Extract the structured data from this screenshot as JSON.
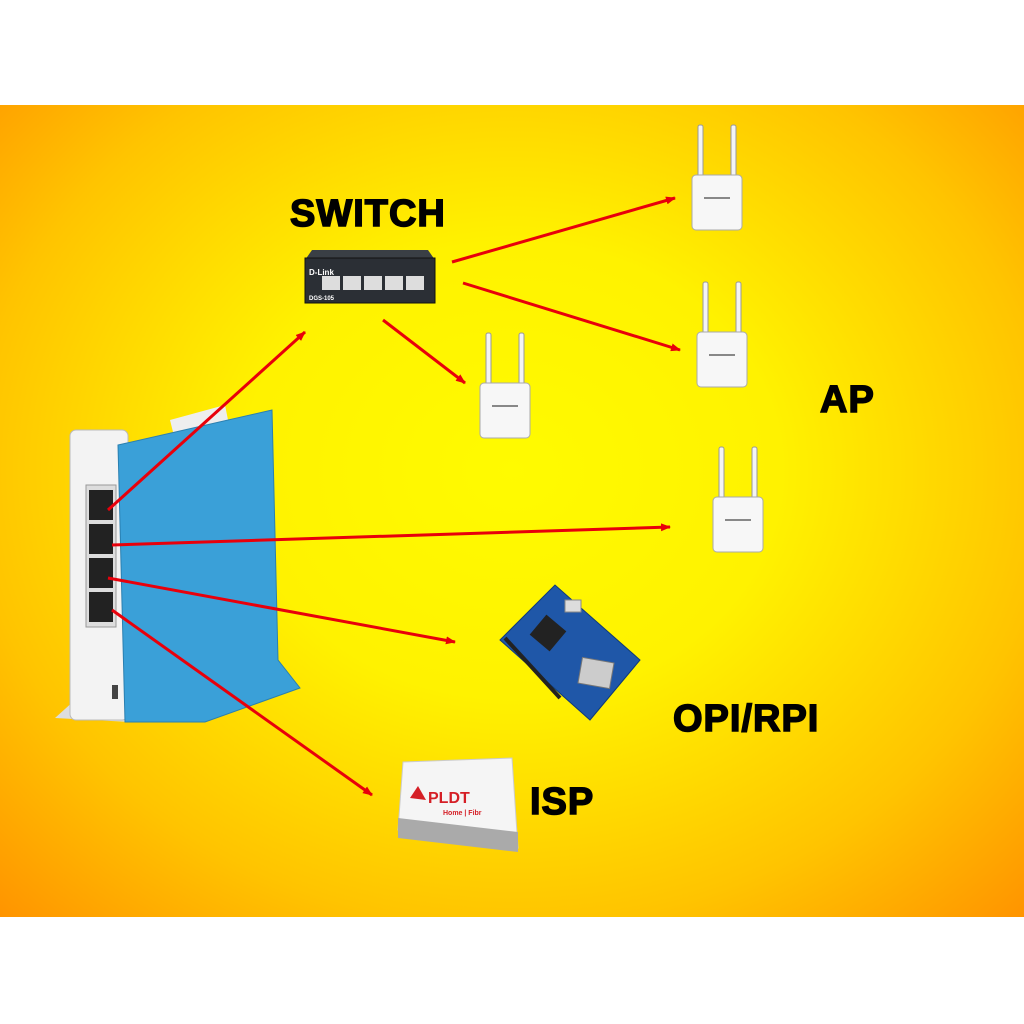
{
  "labels": {
    "switch": "SWITCH",
    "ap": "AP",
    "opi": "OPI/RPI",
    "isp": "ISP"
  },
  "devices": {
    "switch_brand": "D-Link",
    "switch_model": "DGS-105",
    "modem_brand": "PLDT",
    "modem_sub": "Home | Fibr"
  },
  "colors": {
    "arrow": "#e8000b",
    "router_blue": "#3aa0d8",
    "background_center": "#fff200",
    "background_edge": "#ff8c00"
  }
}
